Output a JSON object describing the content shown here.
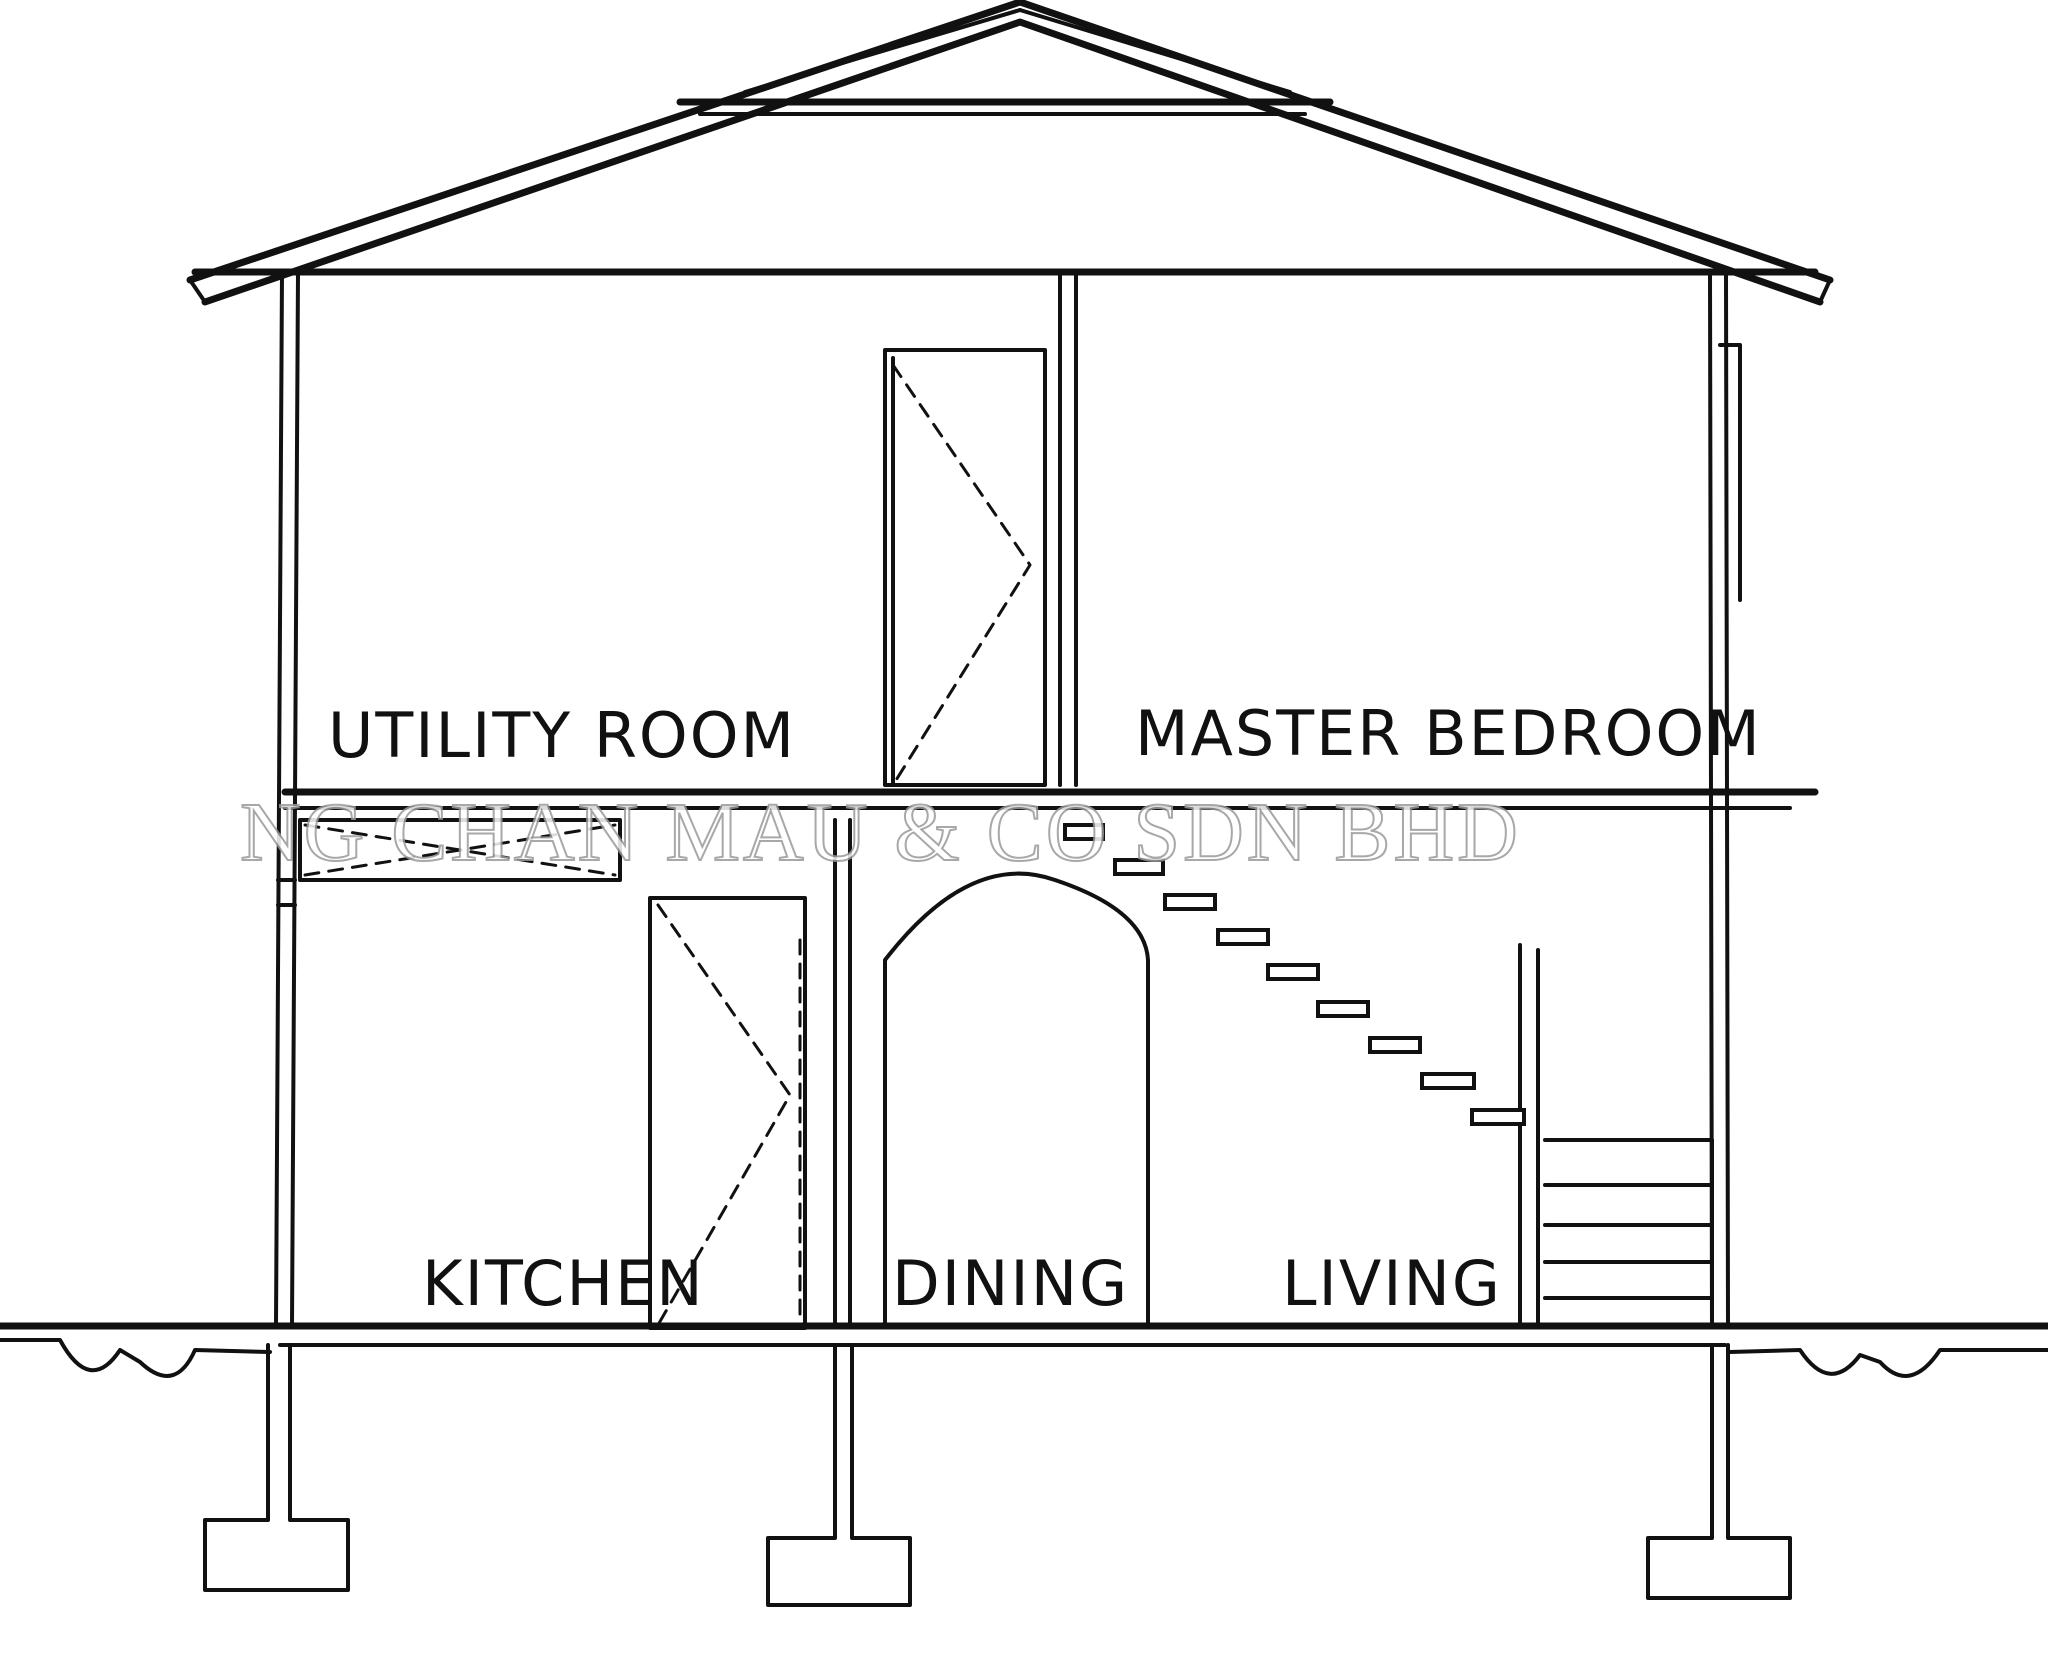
{
  "rooms": {
    "utility_room": "UTILITY ROOM",
    "master_bedroom": "MASTER BEDROOM",
    "kitchen": "KITCHEN",
    "dining": "DINING",
    "living": "LIVING"
  },
  "watermark": "NG CHAN MAU & CO SDN BHD",
  "colors": {
    "line": "#111111",
    "background": "#ffffff",
    "watermark_outline": "#9a9a9a"
  }
}
